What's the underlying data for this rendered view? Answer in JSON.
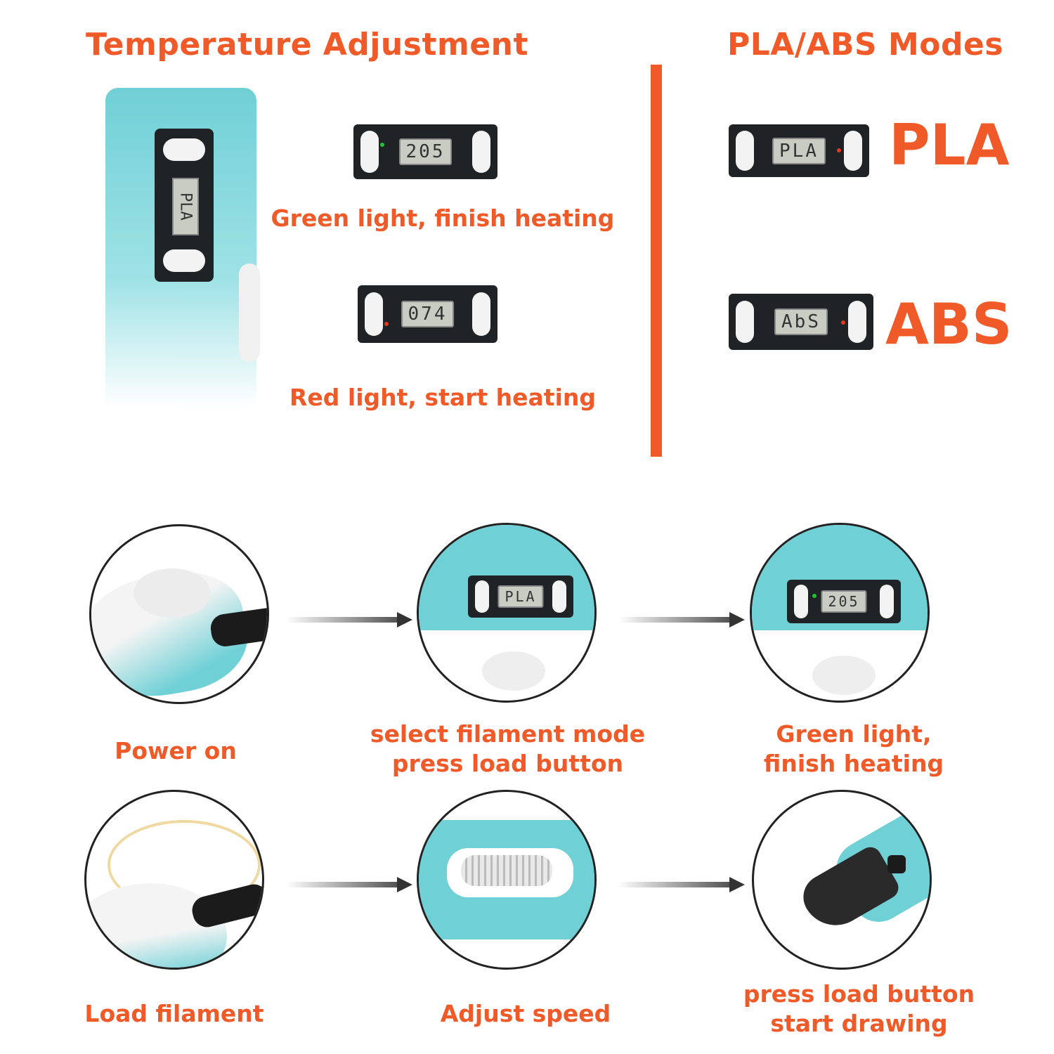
{
  "colors": {
    "accent": "#ef5a28",
    "led_green": "#22c232",
    "led_red": "#e53a1e",
    "pen_teal": "#6fd0d6"
  },
  "temperature": {
    "title": "Temperature Adjustment",
    "pen_display": "PLA",
    "display_finish": "205",
    "caption_finish": "Green light, finish heating",
    "display_start": "074",
    "caption_start": "Red light, start heating"
  },
  "modes": {
    "title": "PLA/ABS Modes",
    "pla_display": "PLA",
    "pla_label": "PLA",
    "abs_display": "AbS",
    "abs_label": "ABS"
  },
  "steps": [
    {
      "caption": "Power on"
    },
    {
      "caption_line1": "select filament mode",
      "caption_line2": "press load button",
      "display": "PLA"
    },
    {
      "caption_line1": "Green light,",
      "caption_line2": "finish heating",
      "display": "205"
    },
    {
      "caption": "Load filament"
    },
    {
      "caption": "Adjust speed"
    },
    {
      "caption_line1": "press load button",
      "caption_line2": "start drawing"
    }
  ]
}
